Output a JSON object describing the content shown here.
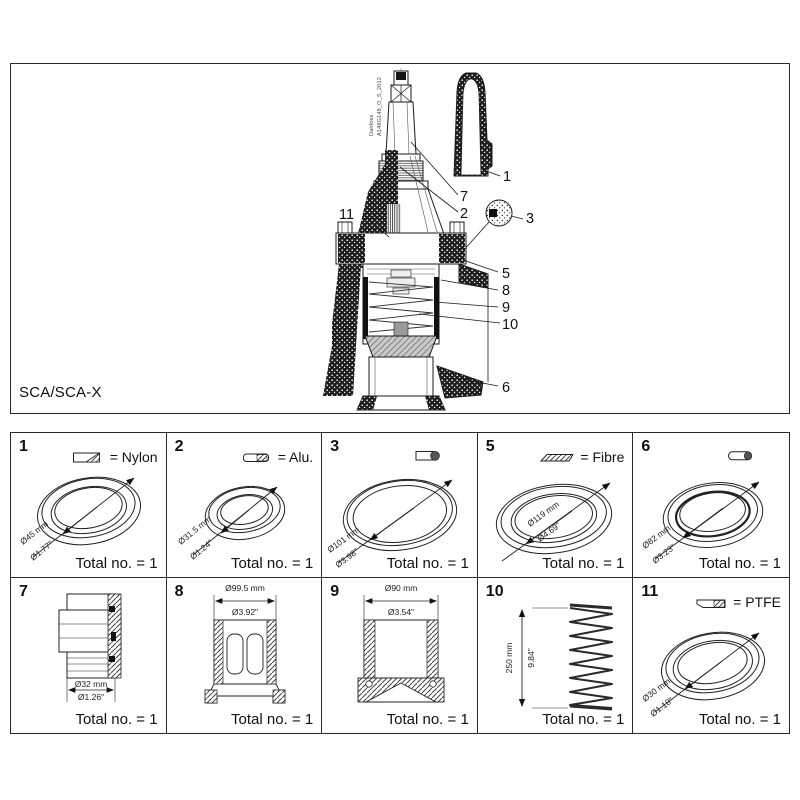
{
  "drawing": {
    "model_label": "SCA/SCA-X",
    "watermark": {
      "brand": "Danfoss",
      "doc_id": "A148G148_O_S_2012"
    },
    "callouts": {
      "c1": "1",
      "c2": "2",
      "c3": "3",
      "c5": "5",
      "c6": "6",
      "c7": "7",
      "c8": "8",
      "c9": "9",
      "c10": "10",
      "c11": "11"
    }
  },
  "parts": {
    "cells": [
      {
        "num": "1",
        "material": "= Nylon",
        "dim_mm": "Ø45 mm",
        "dim_in": "Ø1.77\"",
        "total": "Total no. = 1"
      },
      {
        "num": "2",
        "material": "= Alu.",
        "dim_mm": "Ø31.5 mm",
        "dim_in": "Ø1.24\"",
        "total": "Total no. = 1"
      },
      {
        "num": "3",
        "material": "",
        "dim_mm": "Ø101 mm",
        "dim_in": "Ø3.98\"",
        "total": "Total no. = 1"
      },
      {
        "num": "5",
        "material": "= Fibre",
        "dim_mm": "Ø119 mm",
        "dim_in": "Ø4.69\"",
        "total": "Total no. = 1"
      },
      {
        "num": "6",
        "material": "",
        "dim_mm": "Ø82 mm",
        "dim_in": "Ø3.23\"",
        "total": "Total no. = 1"
      },
      {
        "num": "7",
        "material": "",
        "dim_mm": "Ø32 mm",
        "dim_in": "Ø1.26\"",
        "total": "Total no. = 1"
      },
      {
        "num": "8",
        "material": "",
        "dim_mm": "Ø99.5 mm",
        "dim_in": "Ø3.92\"",
        "total": "Total no. = 1"
      },
      {
        "num": "9",
        "material": "",
        "dim_mm": "Ø90 mm",
        "dim_in": "Ø3.54\"",
        "total": "Total no. = 1"
      },
      {
        "num": "10",
        "material": "",
        "dim_mm": "250 mm",
        "dim_in": "9.84\"",
        "total": "Total no. = 1"
      },
      {
        "num": "11",
        "material": "= PTFE",
        "dim_mm": "Ø30 mm",
        "dim_in": "Ø1.18\"",
        "total": "Total no. = 1"
      }
    ]
  }
}
